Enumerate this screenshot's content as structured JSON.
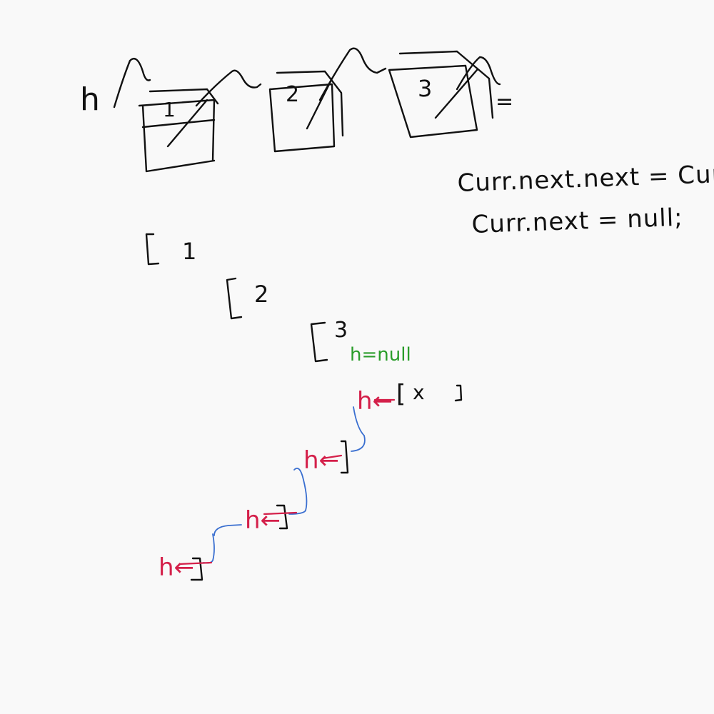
{
  "top_list": {
    "head_label": "h",
    "node_values": [
      "1",
      "2",
      "3"
    ],
    "trailing_mark": "="
  },
  "code": {
    "line1": "Curr.next.next = Curr;",
    "line2": "Curr.next = null;"
  },
  "stack_frames": [
    "1",
    "2",
    "3"
  ],
  "base_case": {
    "label": "h=null"
  },
  "returns": [
    {
      "label": "h←",
      "value": "x"
    },
    {
      "label": "h←"
    },
    {
      "label": "h←"
    },
    {
      "label": "h←"
    }
  ],
  "colors": {
    "ink": "#111111",
    "return_red": "#d4204a",
    "base_green": "#2a9d2a",
    "link_blue": "#3a6fd0",
    "background": "#f9f9f9"
  }
}
